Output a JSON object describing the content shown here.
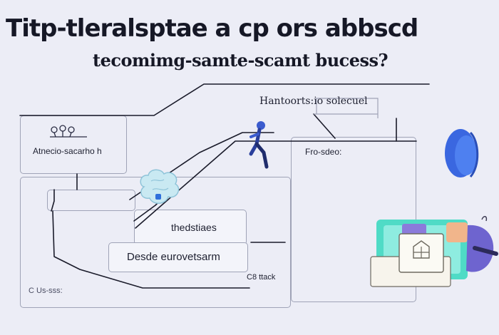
{
  "header": {
    "title": "Titp-tleralsptae a cp ors abbscd",
    "subtitle": "tecomimg-samte-scamt bucess?"
  },
  "nodes": {
    "top_right_label": "Hantoorts:io solecuel",
    "left_card_label": "Atnecio-sacarho h",
    "right_card_label": "Fro-sdeo:",
    "center_card_label": "thedstiaes",
    "lower_card_label": "Desde eurovetsarm",
    "caption_small": "C8 ttack",
    "bottom_left_label": "C Us-sss:"
  },
  "colors": {
    "background": "#ECEDF6",
    "line": "#1A1B2A",
    "box_border": "#9FA3B7",
    "accent_blue": "#2F5FD6",
    "accent_teal": "#45D8C9",
    "accent_purple": "#A59AE6"
  }
}
